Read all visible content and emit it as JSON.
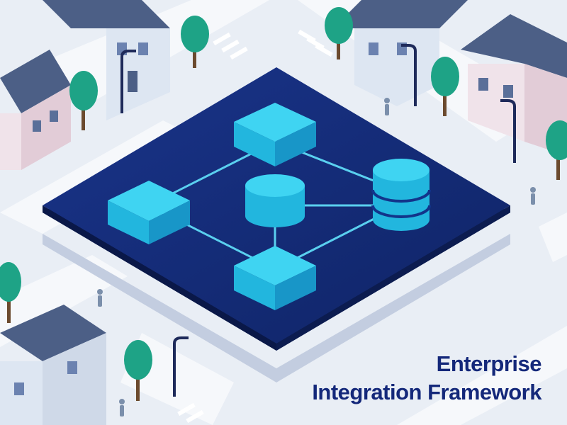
{
  "title": {
    "line1": "Enterprise",
    "line2": "Integration Framework"
  },
  "colors": {
    "background": "#e9eef5",
    "street": "#f6f8fb",
    "platform": "#13286e",
    "platform_edge": "#0b1a52",
    "node_top": "#3fd4f2",
    "node_left": "#22b6de",
    "node_right": "#1896c8",
    "connector": "#5ad0ef",
    "title": "#14287a",
    "roof": "#4c5f86",
    "tree": "#1ea386",
    "lamp": "#1e2a5a"
  },
  "illustration": {
    "subject": "isometric platform with connected cubes and databases in a town",
    "icons": [
      "cube-node-icon",
      "database-node-icon",
      "stacked-database-icon",
      "house-icon",
      "tree-icon",
      "street-lamp-icon",
      "pedestrian-icon"
    ]
  }
}
